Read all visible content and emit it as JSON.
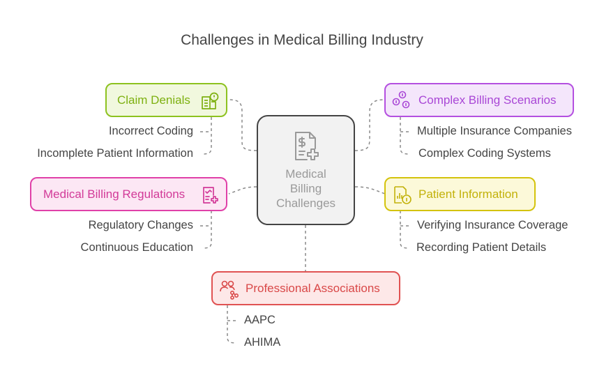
{
  "title": "Challenges in Medical Billing Industry",
  "center": {
    "lines": [
      "Medical",
      "Billing",
      "Challenges"
    ],
    "icon": "billing-document-icon"
  },
  "branches": {
    "claim_denials": {
      "label": "Claim Denials",
      "icon": "claim-alert-icon",
      "color": "#8dc21f",
      "fill": "#f1f8de",
      "items": [
        "Incorrect Coding",
        "Incomplete Patient Information"
      ]
    },
    "regulations": {
      "label": "Medical Billing Regulations",
      "icon": "regulation-document-icon",
      "color": "#e040a8",
      "fill": "#fce7f4",
      "items": [
        "Regulatory Changes",
        "Continuous Education"
      ]
    },
    "complex_scenarios": {
      "label": "Complex Billing Scenarios",
      "icon": "coins-cluster-icon",
      "color": "#b44fe0",
      "fill": "#f4e6fb",
      "items": [
        "Multiple Insurance Companies",
        "Complex Coding Systems"
      ]
    },
    "patient_info": {
      "label": "Patient Information",
      "icon": "patient-report-icon",
      "color": "#d4c30c",
      "fill": "#fcf9d9",
      "items": [
        "Verifying Insurance Coverage",
        "Recording Patient Details"
      ]
    },
    "associations": {
      "label": "Professional Associations",
      "icon": "people-network-icon",
      "color": "#e05252",
      "fill": "#fde8e8",
      "items": [
        "AAPC",
        "AHIMA"
      ]
    }
  }
}
